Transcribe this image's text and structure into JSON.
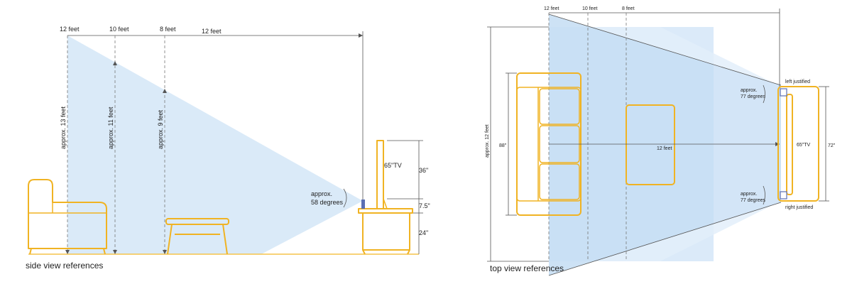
{
  "side": {
    "caption": "side view references",
    "distances": [
      "12 feet",
      "10 feet",
      "8 feet"
    ],
    "top_span": "12 feet",
    "heights": [
      "approx. 13 feet",
      "approx. 11 feet",
      "approx. 9 feet"
    ],
    "angle": [
      "approx.",
      "58 degrees"
    ],
    "tv_label": "65\"TV",
    "dims": [
      "36\"",
      "7.5\"",
      "24\""
    ]
  },
  "top": {
    "caption": "top view references",
    "distances": [
      "12 feet",
      "10 feet",
      "8 feet"
    ],
    "left_height": "approx. 12 feet",
    "sofa_width": "88\"",
    "center_distance": "12 feet",
    "tv_label": "65\"TV",
    "tv_width": "72\"",
    "left_justified": "left justified",
    "right_justified": "right justified",
    "angle_upper": [
      "approx.",
      "77 degrees"
    ],
    "angle_lower": [
      "approx.",
      "77 degrees"
    ]
  },
  "colors": {
    "furniture": "#f0b323",
    "viewing_area": "#cfe4f7",
    "viewing_area_dark": "#a9cdec"
  }
}
